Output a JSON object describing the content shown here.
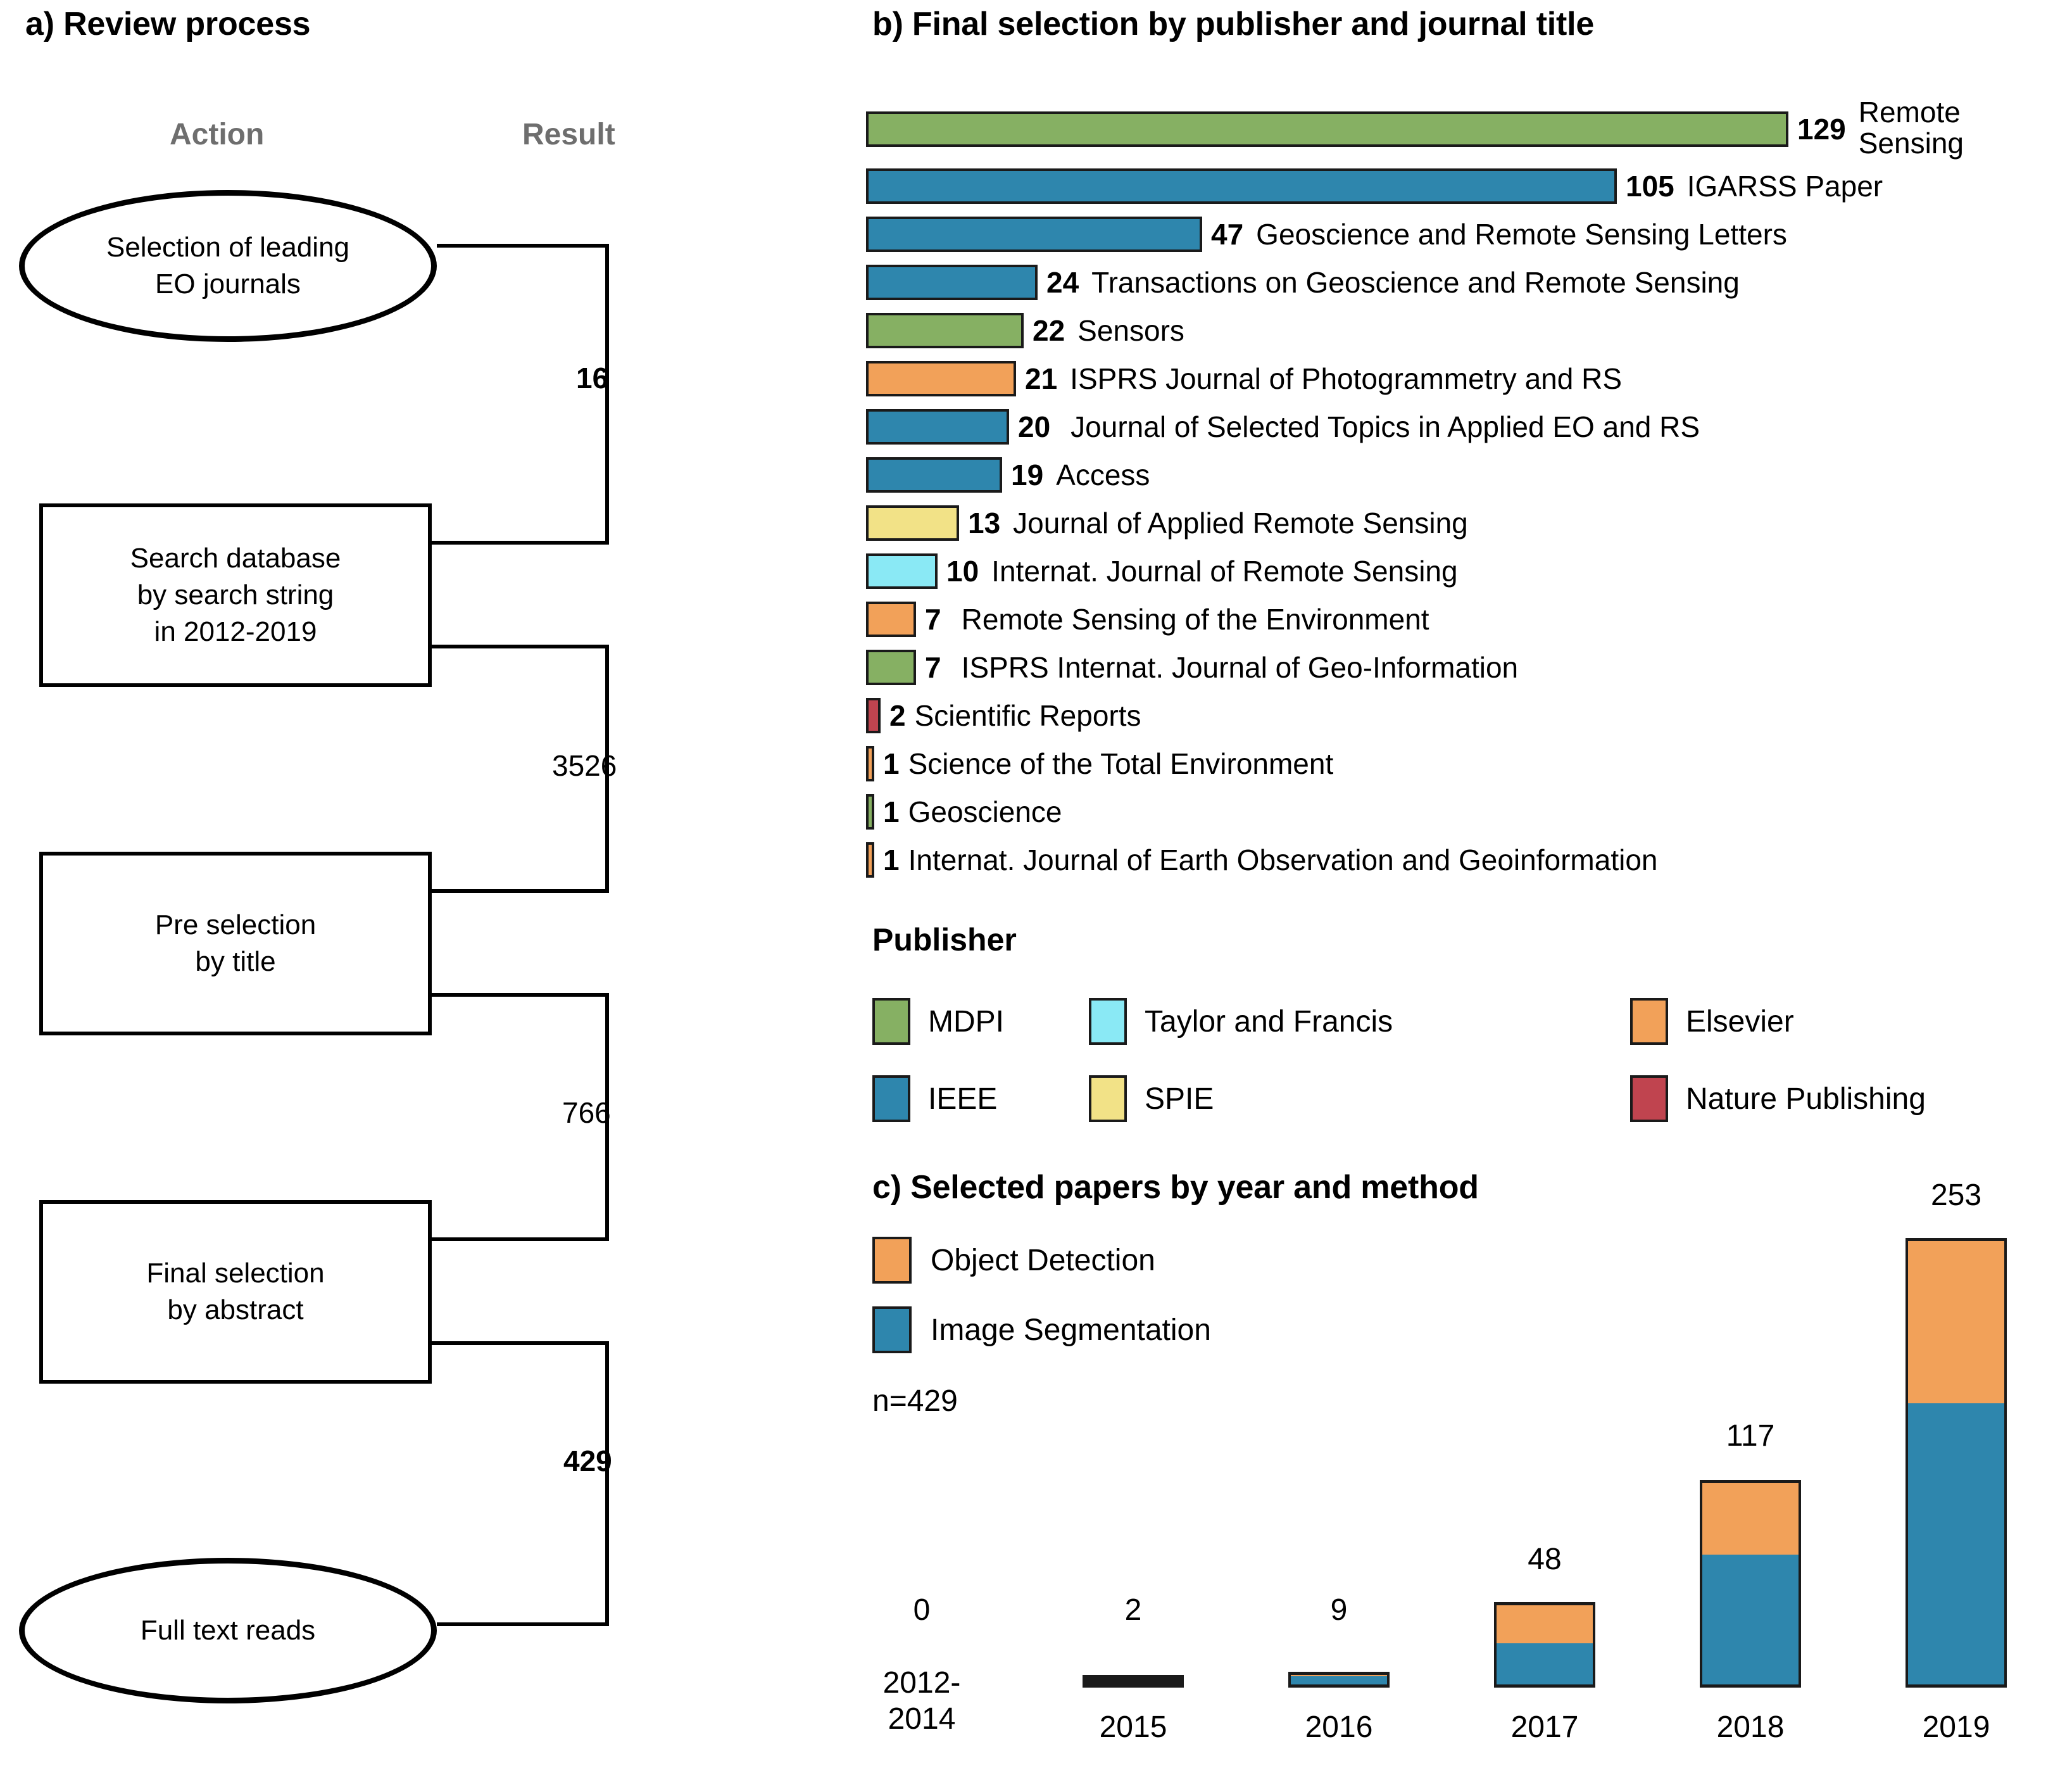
{
  "panel_a": {
    "title": "a) Review process",
    "column_headers": {
      "action": "Action",
      "result": "Result"
    },
    "steps": [
      {
        "shape": "ellipse",
        "label": "Selection of leading\nEO journals"
      },
      {
        "shape": "box",
        "label": "Search database\nby search string\nin 2012-2019"
      },
      {
        "shape": "box",
        "label": "Pre selection\nby title"
      },
      {
        "shape": "box",
        "label": "Final selection\nby abstract"
      },
      {
        "shape": "ellipse",
        "label": "Full text reads"
      }
    ],
    "results": [
      {
        "value": "16",
        "bold": true
      },
      {
        "value": "3526",
        "bold": false
      },
      {
        "value": "766",
        "bold": false
      },
      {
        "value": "429",
        "bold": true
      }
    ]
  },
  "panel_b": {
    "title": "b) Final selection by publisher and journal title",
    "legend_title": "Publisher",
    "publishers": [
      {
        "name": "MDPI",
        "color": "#86b063"
      },
      {
        "name": "IEEE",
        "color": "#2e86ad"
      },
      {
        "name": "Taylor and Francis",
        "color": "#8ae9f5"
      },
      {
        "name": "SPIE",
        "color": "#f2e287"
      },
      {
        "name": "Elsevier",
        "color": "#f2a159"
      },
      {
        "name": "Nature Publishing",
        "color": "#c0444f"
      }
    ]
  },
  "panel_c": {
    "title": "c) Selected papers by year and method",
    "total_label": "n=429",
    "methods": [
      {
        "name": "Object Detection",
        "color": "#f2a159"
      },
      {
        "name": "Image Segmentation",
        "color": "#2e86ad"
      }
    ]
  },
  "chart_data": [
    {
      "type": "bar",
      "orientation": "horizontal",
      "title": "b) Final selection by publisher and journal title",
      "xlabel": "",
      "ylabel": "",
      "xlim": [
        0,
        129
      ],
      "grid": false,
      "legend_position": "below-plot",
      "legend_title": "Publisher",
      "categories": [
        "Remote Sensing",
        "IGARSS Paper",
        "Geoscience and Remote Sensing Letters",
        "Transactions on Geoscience and Remote Sensing",
        "Sensors",
        "ISPRS Journal of Photogrammetry and RS",
        "Journal of Selected Topics in Applied EO and RS",
        "Access",
        "Journal of Applied Remote Sensing",
        "Internat. Journal of Remote Sensing",
        "Remote Sensing of the Environment",
        "ISPRS Internat. Journal of Geo-Information",
        "Scientific Reports",
        "Science of the Total Environment",
        "Geoscience",
        "Internat. Journal of Earth Observation and Geoinformation"
      ],
      "values": [
        129,
        105,
        47,
        24,
        22,
        21,
        20,
        19,
        13,
        10,
        7,
        7,
        2,
        1,
        1,
        1
      ],
      "colors": [
        "#86b063",
        "#2e86ad",
        "#2e86ad",
        "#2e86ad",
        "#86b063",
        "#f2a159",
        "#2e86ad",
        "#2e86ad",
        "#f2e287",
        "#8ae9f5",
        "#f2a159",
        "#86b063",
        "#c0444f",
        "#f2a159",
        "#86b063",
        "#f2a159"
      ],
      "publisher_of_bar": [
        "MDPI",
        "IEEE",
        "IEEE",
        "IEEE",
        "MDPI",
        "Elsevier",
        "IEEE",
        "IEEE",
        "SPIE",
        "Taylor and Francis",
        "Elsevier",
        "MDPI",
        "Nature Publishing",
        "Elsevier",
        "MDPI",
        "Elsevier"
      ],
      "legend_entries": [
        "MDPI",
        "Taylor and Francis",
        "Elsevier",
        "IEEE",
        "SPIE",
        "Nature Publishing"
      ]
    },
    {
      "type": "bar",
      "subtype": "stacked",
      "orientation": "vertical",
      "title": "c) Selected papers by year and method",
      "xlabel": "",
      "ylabel": "",
      "ylim": [
        0,
        253
      ],
      "grid": false,
      "annotation": "n=429",
      "categories": [
        "2012-\n2014",
        "2015",
        "2016",
        "2017",
        "2018",
        "2019"
      ],
      "totals": [
        0,
        2,
        9,
        48,
        117,
        253
      ],
      "series": [
        {
          "name": "Image Segmentation",
          "color": "#2e86ad",
          "values": [
            0,
            2,
            7,
            25,
            75,
            160
          ]
        },
        {
          "name": "Object Detection",
          "color": "#f2a159",
          "values": [
            0,
            0,
            2,
            23,
            42,
            93
          ]
        }
      ],
      "legend_entries": [
        "Object Detection",
        "Image Segmentation"
      ]
    }
  ]
}
